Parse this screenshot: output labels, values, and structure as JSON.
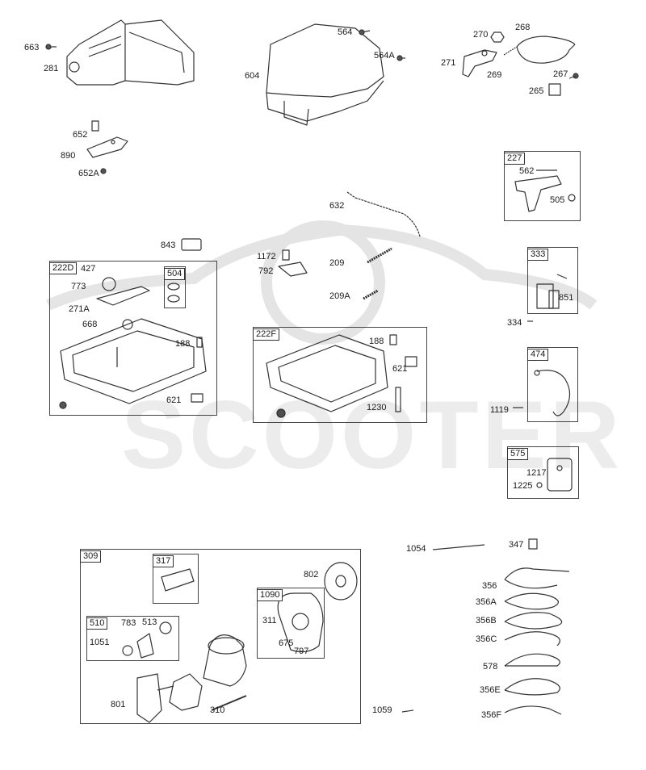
{
  "watermark": {
    "text": "SCOOTER"
  },
  "groups": [
    {
      "id": "222D",
      "label": "222D"
    },
    {
      "id": "504",
      "label": "504"
    },
    {
      "id": "222F",
      "label": "222F"
    },
    {
      "id": "227",
      "label": "227"
    },
    {
      "id": "333",
      "label": "333"
    },
    {
      "id": "474",
      "label": "474"
    },
    {
      "id": "575",
      "label": "575"
    },
    {
      "id": "309",
      "label": "309"
    },
    {
      "id": "317",
      "label": "317"
    },
    {
      "id": "510",
      "label": "510"
    },
    {
      "id": "1090",
      "label": "1090"
    }
  ],
  "parts": [
    "663",
    "281",
    "604",
    "564",
    "564A",
    "270",
    "268",
    "271",
    "269",
    "267",
    "265",
    "652",
    "890",
    "652A",
    "227_562",
    "505",
    "632",
    "843",
    "427",
    "773",
    "271A",
    "668",
    "188a",
    "621a",
    "1172",
    "792",
    "209",
    "209A",
    "188b",
    "621b",
    "1230",
    "851",
    "334",
    "1119",
    "1217",
    "1225",
    "1054",
    "347",
    "802",
    "311",
    "675",
    "797",
    "783",
    "513",
    "1051",
    "801",
    "310",
    "1059",
    "356",
    "356A",
    "356B",
    "356C",
    "578",
    "356E",
    "356F"
  ],
  "labels": {
    "p663": "663",
    "p281": "281",
    "p604": "604",
    "p564": "564",
    "p564A": "564A",
    "p270": "270",
    "p268": "268",
    "p271": "271",
    "p269": "269",
    "p267": "267",
    "p265": "265",
    "p652": "652",
    "p890": "890",
    "p652A": "652A",
    "p562": "562",
    "p505": "505",
    "p632": "632",
    "p843": "843",
    "p427": "427",
    "p773": "773",
    "p271A": "271A",
    "p668": "668",
    "p188a": "188",
    "p621a": "621",
    "p1172": "1172",
    "p792": "792",
    "p209": "209",
    "p209A": "209A",
    "p188b": "188",
    "p621b": "621",
    "p1230": "1230",
    "p851": "851",
    "p334": "334",
    "p1119": "1119",
    "p1217": "1217",
    "p1225": "1225",
    "p1054": "1054",
    "p347": "347",
    "p802": "802",
    "p311": "311",
    "p675": "675",
    "p797": "797",
    "p783": "783",
    "p513": "513",
    "p1051": "1051",
    "p801": "801",
    "p310": "310",
    "p1059": "1059",
    "p356": "356",
    "p356A": "356A",
    "p356B": "356B",
    "p356C": "356C",
    "p578": "578",
    "p356E": "356E",
    "p356F": "356F"
  }
}
